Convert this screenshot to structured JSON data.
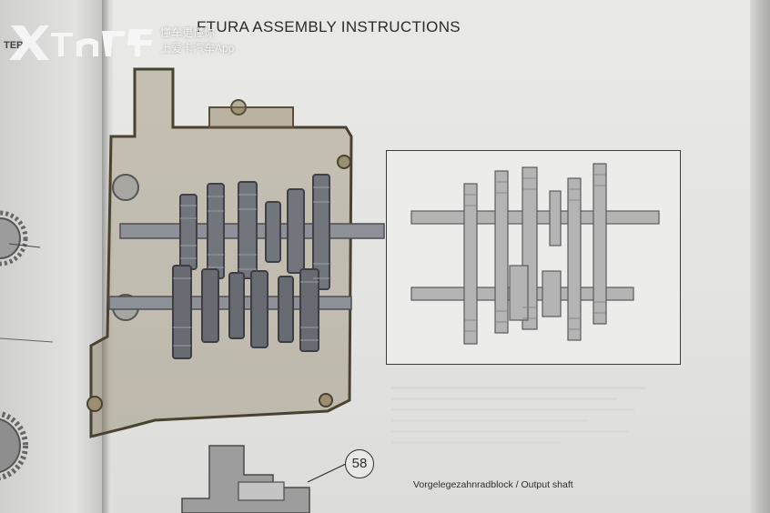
{
  "watermark": {
    "line1": "懂车更懂你",
    "line2": "上爱卡汽车App"
  },
  "manual": {
    "heading": "FTURA ASSEMBLY INSTRUCTIONS",
    "left_fragment": "TEP",
    "step_number": "58",
    "caption": "Vorgelegezahnradblock / Output shaft"
  },
  "colors": {
    "page": "#e4e4e2",
    "gear": "#6e7075",
    "shell": "#8a7a5a",
    "diagram_gear": "#a9a9a9"
  }
}
